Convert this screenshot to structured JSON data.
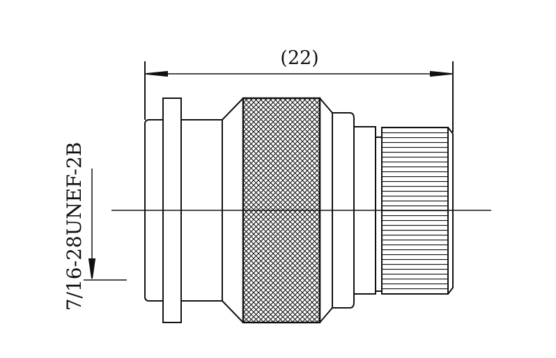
{
  "dimension": {
    "label": "(22)",
    "value_mm": 22
  },
  "thread_callout": {
    "label": "7/16-28UNEF-2B"
  },
  "colors": {
    "line": "#111111",
    "background": "#ffffff"
  }
}
